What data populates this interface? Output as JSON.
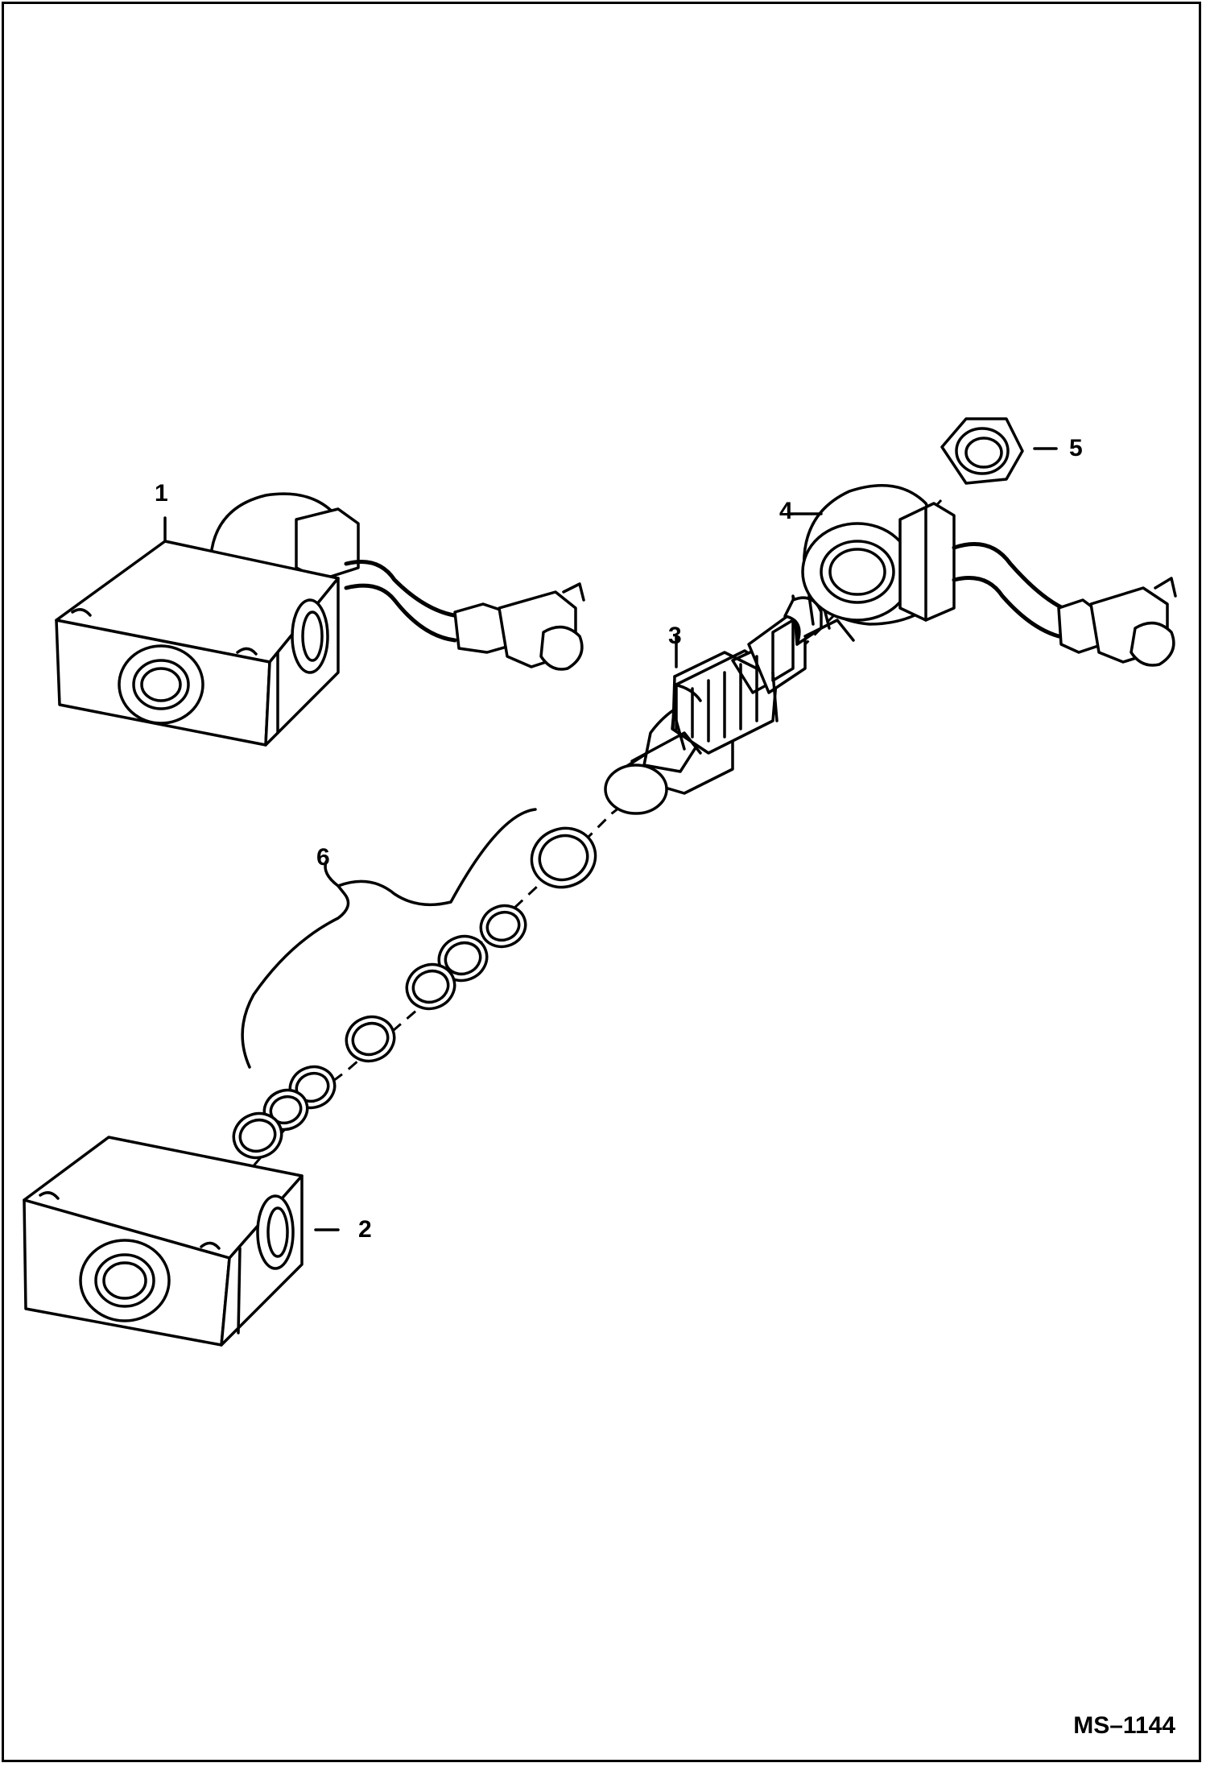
{
  "diagram": {
    "callouts": [
      {
        "id": "1",
        "label": "1"
      },
      {
        "id": "2",
        "label": "2"
      },
      {
        "id": "3",
        "label": "3"
      },
      {
        "id": "4",
        "label": "4"
      },
      {
        "id": "5",
        "label": "5"
      },
      {
        "id": "6",
        "label": "6"
      }
    ],
    "figure_code": "MS–1144"
  }
}
